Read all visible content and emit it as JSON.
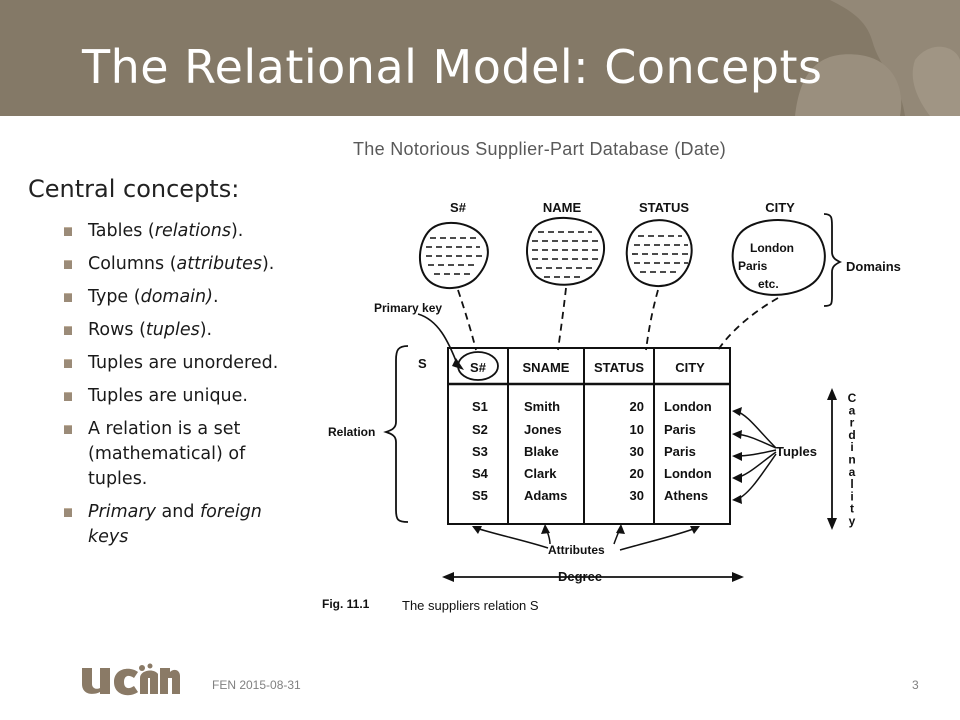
{
  "slide": {
    "title": "The Relational Model: Concepts",
    "subtitle": "The Notorious Supplier-Part Database (Date)",
    "heading": "Central concepts:",
    "bullets": [
      {
        "parts": [
          {
            "t": "Tables ("
          },
          {
            "t": "relations",
            "i": true
          },
          {
            "t": ")."
          }
        ]
      },
      {
        "parts": [
          {
            "t": "Columns ("
          },
          {
            "t": "attributes",
            "i": true
          },
          {
            "t": ")."
          }
        ]
      },
      {
        "parts": [
          {
            "t": "Type ("
          },
          {
            "t": "domain)",
            "i": true
          },
          {
            "t": "."
          }
        ]
      },
      {
        "parts": [
          {
            "t": "Rows ("
          },
          {
            "t": "tuples",
            "i": true
          },
          {
            "t": ")."
          }
        ]
      },
      {
        "parts": [
          {
            "t": "Tuples are unordered."
          }
        ]
      },
      {
        "parts": [
          {
            "t": "Tuples are unique."
          }
        ]
      },
      {
        "parts": [
          {
            "t": "A relation is a set (mathematical) of tuples."
          }
        ]
      },
      {
        "parts": [
          {
            "t": "Primary",
            "i": true
          },
          {
            "t": " and "
          },
          {
            "t": "foreign keys",
            "i": true
          }
        ]
      }
    ],
    "footer": "FEN 2015-08-31",
    "page_number": "3",
    "logo_text": "ucn"
  },
  "figure": {
    "domain_labels": [
      "S#",
      "NAME",
      "STATUS",
      "CITY"
    ],
    "city_domain_values": [
      "London",
      "Paris",
      "etc."
    ],
    "domains_label": "Domains",
    "primary_key_label": "Primary key",
    "relation_name": "S",
    "relation_label": "Relation",
    "columns": [
      "S#",
      "SNAME",
      "STATUS",
      "CITY"
    ],
    "rows": [
      [
        "S1",
        "Smith",
        "20",
        "London"
      ],
      [
        "S2",
        "Jones",
        "10",
        "Paris"
      ],
      [
        "S3",
        "Blake",
        "30",
        "Paris"
      ],
      [
        "S4",
        "Clark",
        "20",
        "London"
      ],
      [
        "S5",
        "Adams",
        "30",
        "Athens"
      ]
    ],
    "tuples_label": "Tuples",
    "cardinality_letters": [
      "C",
      "a",
      "r",
      "d",
      "i",
      "n",
      "a",
      "l",
      "i",
      "t",
      "y"
    ],
    "attributes_label": "Attributes",
    "degree_label": "Degree",
    "caption_fig": "Fig. 11.1",
    "caption_text": "The suppliers relation S"
  },
  "colors": {
    "header_bg": "#847967",
    "bullet": "#9b8b78",
    "logo": "#8a7a66"
  }
}
